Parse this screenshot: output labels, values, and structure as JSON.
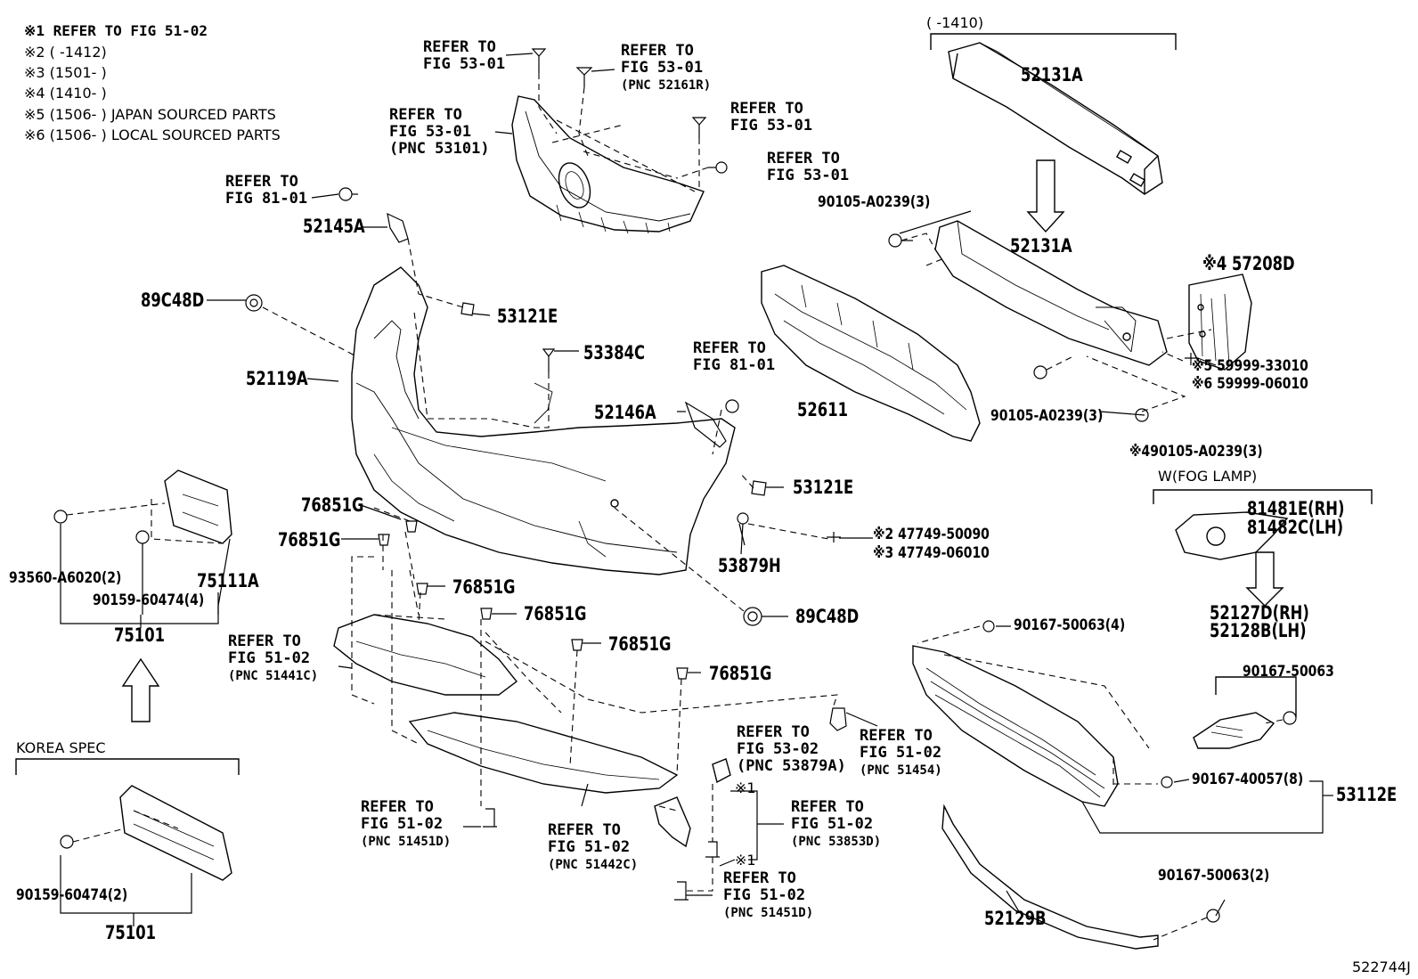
{
  "notes": {
    "n1": "※1 REFER TO FIG 51-02",
    "n2": "※2 (     -1412)",
    "n3": "※3 (1501-     )",
    "n4": "※4 (1410-     )",
    "n5": "※5 (1506-     ) JAPAN SOURCED PARTS",
    "n6": "※6 (1506-     ) LOCAL SOURCED PARTS"
  },
  "ranges": {
    "top_right": "(     -1410)",
    "fog": "W(FOG LAMP)",
    "korea": "KOREA SPEC"
  },
  "refs": {
    "r1": {
      "l1": "REFER TO",
      "l2": "FIG 53-01"
    },
    "r2": {
      "l1": "REFER TO",
      "l2": "FIG 53-01",
      "pnc": "(PNC 52161R)"
    },
    "r3": {
      "l1": "REFER TO",
      "l2": "FIG 53-01",
      "pnc": "(PNC 53101)"
    },
    "r4": {
      "l1": "REFER TO",
      "l2": "FIG 53-01"
    },
    "r5": {
      "l1": "REFER TO",
      "l2": "FIG 53-01"
    },
    "r6": {
      "l1": "REFER TO",
      "l2": "FIG 81-01"
    },
    "r7": {
      "l1": "REFER TO",
      "l2": "FIG 81-01"
    },
    "r8": {
      "l1": "REFER TO",
      "l2": "FIG 51-02",
      "pnc": "(PNC 51441C)"
    },
    "r9": {
      "l1": "REFER TO",
      "l2": "FIG 53-02",
      "pnc": "(PNC 53879A)"
    },
    "r10": {
      "l1": "REFER TO",
      "l2": "FIG 51-02",
      "pnc": "(PNC 51454)"
    },
    "r11": {
      "l1": "REFER TO",
      "l2": "FIG 51-02",
      "pnc": "(PNC 51451D)"
    },
    "r12": {
      "l1": "REFER TO",
      "l2": "FIG 51-02",
      "pnc": "(PNC 51442C)"
    },
    "r13": {
      "l1": "REFER TO",
      "l2": "FIG 51-02",
      "pnc": "(PNC 53853D)"
    },
    "r14": {
      "l1": "REFER TO",
      "l2": "FIG 51-02",
      "pnc": "(PNC 51451D)"
    }
  },
  "parts": {
    "p52131A_top": "52131A",
    "p52131A": "52131A",
    "p90105_1": "90105-A0239(3)",
    "p57208D": "※4 57208D",
    "p59999_33010": "※5 59999-33010",
    "p59999_06010": "※6 59999-06010",
    "p90105_2": "90105-A0239(3)",
    "p90105_3": "※490105-A0239(3)",
    "p52611": "52611",
    "p52145A": "52145A",
    "p89C48D_1": "89C48D",
    "p53121E_1": "53121E",
    "p53384C": "53384C",
    "p52119A": "52119A",
    "p52146A": "52146A",
    "p53121E_2": "53121E",
    "p76851G_1": "76851G",
    "p76851G_2": "76851G",
    "p76851G_3": "76851G",
    "p76851G_4": "76851G",
    "p76851G_5": "76851G",
    "p76851G_6": "76851G",
    "p47749_50090": "※2 47749-50090",
    "p47749_06010": "※3 47749-06010",
    "p53879H": "53879H",
    "p89C48D_2": "89C48D",
    "p81481E": "81481E(RH)",
    "p81482C": "81482C(LH)",
    "p52127D": "52127D(RH)",
    "p52128B": "52128B(LH)",
    "p90167_50063_1": "90167-50063",
    "p90167_50063_4": "90167-50063(4)",
    "p90167_40057": "90167-40057(8)",
    "p53112E": "53112E",
    "p90167_50063_2": "90167-50063(2)",
    "p52129B": "52129B",
    "p93560": "93560-A6020(2)",
    "p90159_4": "90159-60474(4)",
    "p75111A": "75111A",
    "p75101_1": "75101",
    "p90159_2": "90159-60474(2)",
    "p75101_2": "75101",
    "x1a": "※1",
    "x1b": "※1"
  },
  "diagram_id": "522744J"
}
